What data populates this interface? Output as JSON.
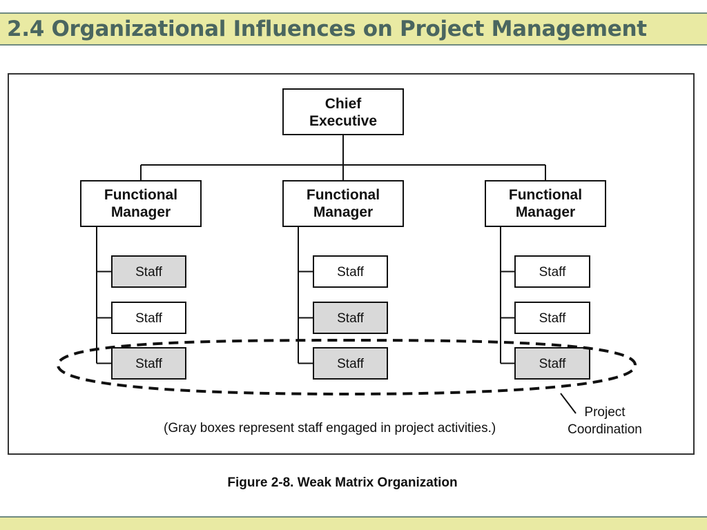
{
  "slide": {
    "title": "2.4 Organizational Influences on Project Management",
    "theme_colors": {
      "bar_fill": "#e9eaa3",
      "bar_border": "#6f8a80",
      "title_text": "#4a6660"
    }
  },
  "diagram": {
    "root": {
      "line1": "Chief",
      "line2": "Executive"
    },
    "managers": [
      {
        "line1": "Functional",
        "line2": "Manager",
        "staff": [
          {
            "label": "Staff",
            "gray": true
          },
          {
            "label": "Staff",
            "gray": false
          },
          {
            "label": "Staff",
            "gray": true
          }
        ]
      },
      {
        "line1": "Functional",
        "line2": "Manager",
        "staff": [
          {
            "label": "Staff",
            "gray": false
          },
          {
            "label": "Staff",
            "gray": true
          },
          {
            "label": "Staff",
            "gray": true
          }
        ]
      },
      {
        "line1": "Functional",
        "line2": "Manager",
        "staff": [
          {
            "label": "Staff",
            "gray": false
          },
          {
            "label": "Staff",
            "gray": false
          },
          {
            "label": "Staff",
            "gray": true
          }
        ]
      }
    ],
    "note": "(Gray boxes represent staff engaged in project activities.)",
    "coordination_label": {
      "line1": "Project",
      "line2": "Coordination"
    },
    "caption": "Figure 2-8. Weak Matrix Organization",
    "colors": {
      "gray_box": "#d9d9d9",
      "white_box": "#ffffff",
      "stroke": "#111111"
    }
  }
}
